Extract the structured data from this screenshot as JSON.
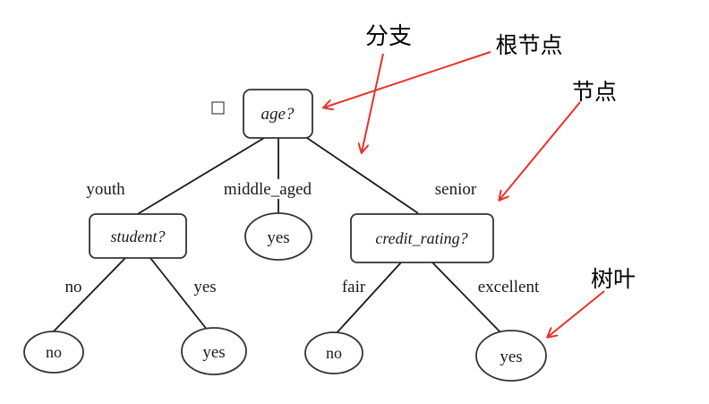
{
  "tree": {
    "root": {
      "label": "age?"
    },
    "branches": {
      "youth": "youth",
      "middle_aged": "middle_aged",
      "senior": "senior",
      "student_no": "no",
      "student_yes": "yes",
      "credit_fair": "fair",
      "credit_excellent": "excellent"
    },
    "nodes": {
      "student": "student?",
      "credit_rating": "credit_rating?"
    },
    "leaves": {
      "middle_yes": "yes",
      "student_no": "no",
      "student_yes": "yes",
      "credit_fair": "no",
      "credit_excellent": "yes"
    }
  },
  "annotations": {
    "branch": "分支",
    "root_node": "根节点",
    "node": "节点",
    "leaf": "树叶"
  },
  "colors": {
    "line": "#1a1a1a",
    "arrow": "#e8312a"
  }
}
